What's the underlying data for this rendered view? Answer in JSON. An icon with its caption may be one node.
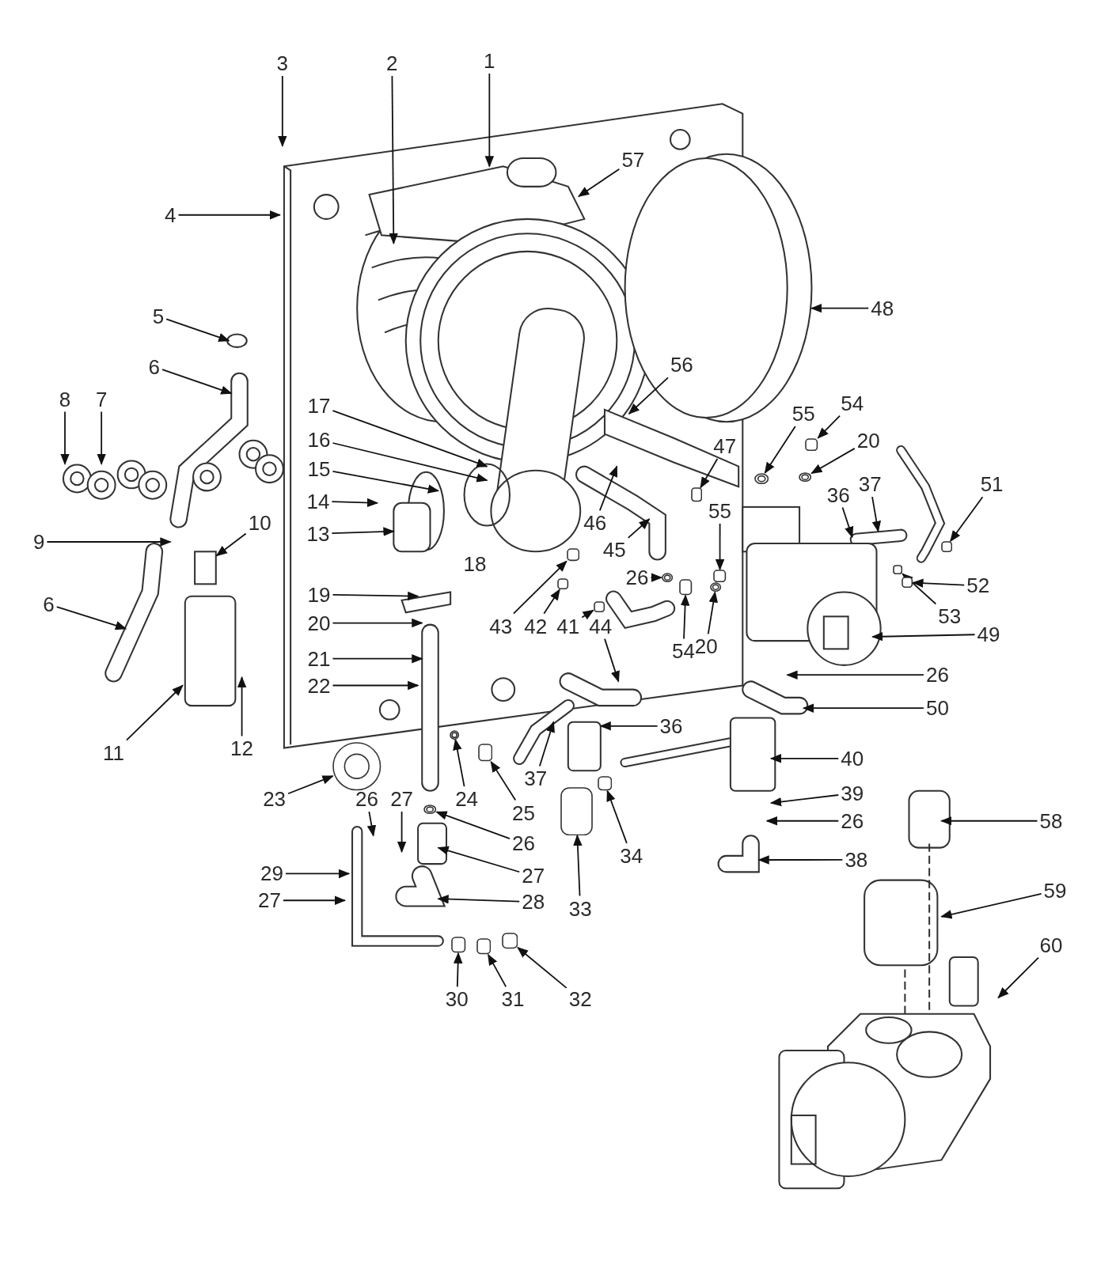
{
  "diagram": {
    "nodes": [
      {
        "text": [
          "3"
        ]
      },
      {
        "text": [
          "2"
        ]
      },
      {
        "text": [
          "1"
        ]
      },
      {
        "text": [
          "57"
        ]
      },
      {
        "text": [
          "4"
        ]
      },
      {
        "text": [
          "48"
        ]
      },
      {
        "text": [
          "5"
        ]
      },
      {
        "text": [
          "6"
        ]
      },
      {
        "text": [
          "56"
        ]
      },
      {
        "text": [
          "8"
        ]
      },
      {
        "text": [
          "7"
        ]
      },
      {
        "text": [
          "17"
        ]
      },
      {
        "text": [
          "54"
        ]
      },
      {
        "text": [
          "55"
        ]
      },
      {
        "text": [
          "16"
        ]
      },
      {
        "text": [
          "20"
        ]
      },
      {
        "text": [
          "47"
        ]
      },
      {
        "text": [
          "15"
        ]
      },
      {
        "text": [
          "51"
        ]
      },
      {
        "text": [
          "37"
        ]
      },
      {
        "text": [
          "36"
        ]
      },
      {
        "text": [
          "14"
        ]
      },
      {
        "text": [
          "55"
        ]
      },
      {
        "text": [
          "10"
        ]
      },
      {
        "text": [
          "46"
        ]
      },
      {
        "text": [
          "13"
        ]
      },
      {
        "text": [
          "9"
        ]
      },
      {
        "text": [
          "45"
        ]
      },
      {
        "text": [
          "26"
        ]
      },
      {
        "text": [
          "52"
        ]
      },
      {
        "text": [
          "19"
        ]
      },
      {
        "text": [
          "6"
        ]
      },
      {
        "text": [
          "53"
        ]
      },
      {
        "text": [
          "20"
        ]
      },
      {
        "text": [
          "43"
        ]
      },
      {
        "text": [
          "42"
        ]
      },
      {
        "text": [
          "41"
        ]
      },
      {
        "text": [
          "44"
        ]
      },
      {
        "text": [
          "49"
        ]
      },
      {
        "text": [
          "20"
        ]
      },
      {
        "text": [
          "54"
        ]
      },
      {
        "text": [
          "21"
        ]
      },
      {
        "text": [
          "26"
        ]
      },
      {
        "text": [
          "22"
        ]
      },
      {
        "text": [
          "50"
        ]
      },
      {
        "text": [
          "36"
        ]
      },
      {
        "text": [
          "12"
        ]
      },
      {
        "text": [
          "11"
        ]
      },
      {
        "text": [
          "40"
        ]
      },
      {
        "text": [
          "37"
        ]
      },
      {
        "text": [
          "39"
        ]
      },
      {
        "text": [
          "23"
        ]
      },
      {
        "text": [
          "26"
        ]
      },
      {
        "text": [
          "27"
        ]
      },
      {
        "text": [
          "24"
        ]
      },
      {
        "text": [
          "25"
        ]
      },
      {
        "text": [
          "58"
        ]
      },
      {
        "text": [
          "26"
        ]
      },
      {
        "text": [
          "26"
        ]
      },
      {
        "text": [
          "34"
        ]
      },
      {
        "text": [
          "38"
        ]
      },
      {
        "text": [
          "29"
        ]
      },
      {
        "text": [
          "27"
        ]
      },
      {
        "text": [
          "59"
        ]
      },
      {
        "text": [
          "27"
        ]
      },
      {
        "text": [
          "28"
        ]
      },
      {
        "text": [
          "33"
        ]
      },
      {
        "text": [
          "60"
        ]
      },
      {
        "text": [
          "30"
        ]
      },
      {
        "text": [
          "31"
        ]
      },
      {
        "text": [
          "32"
        ]
      },
      {
        "text": [],
        "shape": "box"
      },
      {
        "text": [],
        "shape": "circle"
      },
      {
        "text": [],
        "shape": "circle"
      },
      {
        "text": [],
        "shape": "box"
      },
      {
        "text": [],
        "shape": "box"
      },
      {
        "text": [],
        "shape": "circle"
      },
      {
        "text": [],
        "shape": "box"
      },
      {
        "text": [],
        "shape": "box"
      },
      {
        "text": [],
        "shape": "box"
      },
      {
        "text": [],
        "shape": "box"
      },
      {
        "text": [],
        "shape": "box"
      },
      {
        "text": [],
        "shape": "circle"
      },
      {
        "text": [],
        "shape": "box"
      },
      {
        "text": [],
        "shape": "circle"
      },
      {
        "text": [],
        "shape": "box"
      },
      {
        "text": [],
        "shape": "box"
      },
      {
        "text": [],
        "shape": "box"
      },
      {
        "text": [],
        "shape": "box"
      },
      {
        "text": [],
        "shape": "circle"
      },
      {
        "text": [],
        "shape": "box"
      },
      {
        "text": [],
        "shape": "circle"
      },
      {
        "text": [],
        "shape": "box"
      },
      {
        "text": [],
        "shape": "box"
      }
    ],
    "edges": [
      {
        "from": 0,
        "to": null,
        "arrow": "to"
      },
      {
        "from": 1,
        "to": null,
        "arrow": "to"
      },
      {
        "from": 2,
        "to": null,
        "arrow": "to"
      },
      {
        "from": 3,
        "to": null,
        "arrow": "to"
      },
      {
        "from": 4,
        "to": null,
        "arrow": "to"
      },
      {
        "from": 5,
        "to": null,
        "arrow": "to"
      },
      {
        "from": 6,
        "to": null,
        "arrow": "to"
      },
      {
        "from": 7,
        "to": null,
        "arrow": "to"
      },
      {
        "from": 8,
        "to": null,
        "arrow": "to"
      },
      {
        "from": 9,
        "to": null,
        "arrow": "to"
      },
      {
        "from": 10,
        "to": null,
        "arrow": "to"
      },
      {
        "from": 11,
        "to": null,
        "arrow": "to"
      },
      {
        "from": 12,
        "to": 71,
        "arrow": "to"
      },
      {
        "from": 13,
        "to": 72,
        "arrow": "to"
      },
      {
        "from": 14,
        "to": null,
        "arrow": "to"
      },
      {
        "from": 15,
        "to": 73,
        "arrow": "to"
      },
      {
        "from": 16,
        "to": 74,
        "arrow": "to"
      },
      {
        "from": 17,
        "to": null,
        "arrow": "to"
      },
      {
        "from": 18,
        "to": 75,
        "arrow": "to"
      },
      {
        "from": 19,
        "to": null,
        "arrow": "to"
      },
      {
        "from": 20,
        "to": null,
        "arrow": "to"
      },
      {
        "from": 21,
        "to": null,
        "arrow": "to"
      },
      {
        "from": 22,
        "to": 88,
        "arrow": "to"
      },
      {
        "from": 23,
        "to": null,
        "arrow": "to"
      },
      {
        "from": 24,
        "to": null,
        "arrow": "to"
      },
      {
        "from": 25,
        "to": null,
        "arrow": "to"
      },
      {
        "from": 26,
        "to": null,
        "arrow": "to"
      },
      {
        "from": 27,
        "to": null,
        "arrow": "to"
      },
      {
        "from": 28,
        "to": 76,
        "arrow": "to"
      },
      {
        "from": 29,
        "to": 77,
        "arrow": "to"
      },
      {
        "from": 30,
        "to": null,
        "arrow": "to"
      },
      {
        "from": 31,
        "to": null,
        "arrow": "to"
      },
      {
        "from": 32,
        "to": 90,
        "arrow": "to"
      },
      {
        "from": 33,
        "to": null,
        "arrow": "to"
      },
      {
        "from": 34,
        "to": 78,
        "arrow": "to"
      },
      {
        "from": 35,
        "to": 79,
        "arrow": "to"
      },
      {
        "from": 36,
        "to": 80,
        "arrow": "to"
      },
      {
        "from": 37,
        "to": null,
        "arrow": "to"
      },
      {
        "from": 38,
        "to": null,
        "arrow": "to"
      },
      {
        "from": 39,
        "to": 89,
        "arrow": "to"
      },
      {
        "from": 40,
        "to": 81,
        "arrow": "to"
      },
      {
        "from": 41,
        "to": null,
        "arrow": "to"
      },
      {
        "from": 42,
        "to": null,
        "arrow": "to"
      },
      {
        "from": 43,
        "to": null,
        "arrow": "to"
      },
      {
        "from": 44,
        "to": null,
        "arrow": "to"
      },
      {
        "from": 45,
        "to": null,
        "arrow": "to"
      },
      {
        "from": 46,
        "to": null,
        "arrow": "to"
      },
      {
        "from": 47,
        "to": null,
        "arrow": "to"
      },
      {
        "from": 48,
        "to": null,
        "arrow": "to"
      },
      {
        "from": 49,
        "to": null,
        "arrow": "to"
      },
      {
        "from": 50,
        "to": null,
        "arrow": "to"
      },
      {
        "from": 51,
        "to": 82,
        "arrow": "to"
      },
      {
        "from": 52,
        "to": null,
        "arrow": "to"
      },
      {
        "from": 53,
        "to": null,
        "arrow": "to"
      },
      {
        "from": 54,
        "to": 91,
        "arrow": "to"
      },
      {
        "from": 55,
        "to": 83,
        "arrow": "to"
      },
      {
        "from": 56,
        "to": null,
        "arrow": "to"
      },
      {
        "from": 57,
        "to": null,
        "arrow": "to"
      },
      {
        "from": 58,
        "to": 84,
        "arrow": "to"
      },
      {
        "from": 59,
        "to": 92,
        "arrow": "to"
      },
      {
        "from": 60,
        "to": null,
        "arrow": "to"
      },
      {
        "from": 61,
        "to": null,
        "arrow": "to"
      },
      {
        "from": 62,
        "to": null,
        "arrow": "to"
      },
      {
        "from": 63,
        "to": null,
        "arrow": "to"
      },
      {
        "from": 64,
        "to": null,
        "arrow": "to"
      },
      {
        "from": 65,
        "to": null,
        "arrow": "to"
      },
      {
        "from": 66,
        "to": 85,
        "arrow": "to"
      },
      {
        "from": 67,
        "to": null,
        "arrow": "to"
      },
      {
        "from": 68,
        "to": 93,
        "arrow": "to"
      },
      {
        "from": 69,
        "to": 86,
        "arrow": "to"
      },
      {
        "from": 70,
        "to": 87,
        "arrow": "to"
      }
    ],
    "labels": [
      "18"
    ]
  }
}
